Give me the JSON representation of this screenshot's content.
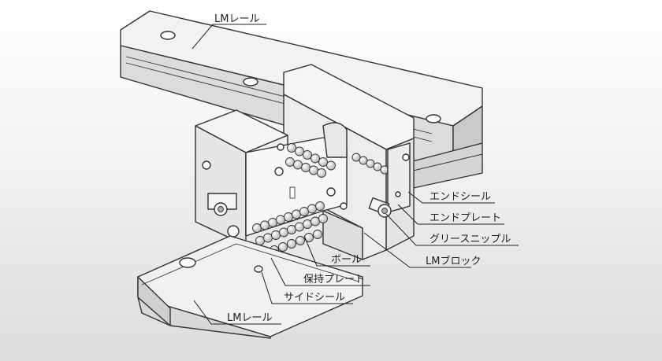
{
  "labels": {
    "lm_rail_top": "LMレール",
    "end_seal": "エンドシール",
    "end_plate": "エンドプレート",
    "grease_nipple": "グリースニップル",
    "lm_block": "LMブロック",
    "ball": "ボール",
    "retainer_plate": "保持プレート",
    "side_seal": "サイドシール",
    "lm_rail_bottom": "LMレール"
  }
}
